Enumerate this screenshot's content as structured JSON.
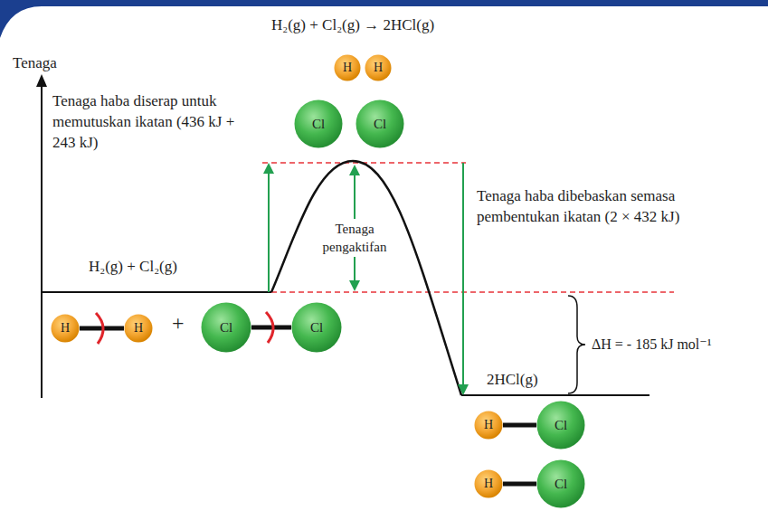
{
  "diagram": {
    "title": "H₂(g) + Cl₂(g) → 2HCl(g)",
    "nodes": [
      {
        "text": [
          "H"
        ]
      },
      {
        "text": [
          "H"
        ]
      },
      {
        "text": [
          "Cl"
        ]
      },
      {
        "text": [
          "Cl"
        ]
      },
      {
        "text": [
          "H"
        ]
      },
      {
        "text": [
          "H"
        ]
      },
      {
        "text": [
          "Cl"
        ]
      },
      {
        "text": [
          "Cl"
        ]
      },
      {
        "text": [
          "H"
        ]
      },
      {
        "text": [
          "Cl"
        ]
      },
      {
        "text": [
          "H"
        ]
      },
      {
        "text": [
          "Cl"
        ]
      }
    ],
    "edges": [
      {
        "from": 4,
        "to": 5,
        "arrow": "none"
      },
      {
        "from": 6,
        "to": 7,
        "arrow": "none"
      },
      {
        "from": 8,
        "to": 9,
        "arrow": "none"
      },
      {
        "from": 10,
        "to": 11,
        "arrow": "none"
      }
    ],
    "labels": [
      "Tenaga",
      "Tenaga haba diserap untuk memutuskan ikatan (436 kJ + 243 kJ)",
      "Tenaga pengaktifan",
      "Tenaga haba dibebaskan semasa pembentukan ikatan (2 × 432 kJ)",
      "H₂(g) + Cl₂(g)",
      "+",
      "ΔH = - 185 kJ mol⁻¹",
      "2HCl(g)"
    ]
  }
}
